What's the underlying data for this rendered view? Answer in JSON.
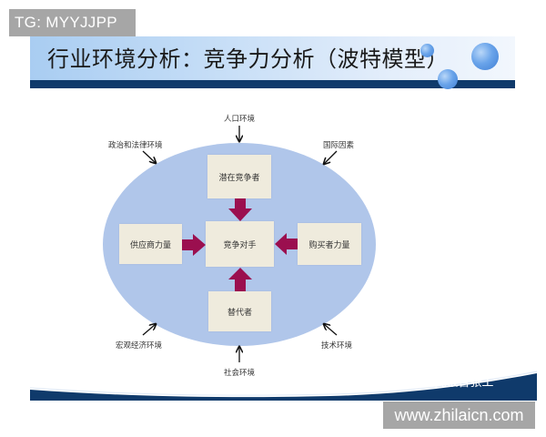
{
  "watermarks": {
    "top_left": "TG: MYYJJPP",
    "bottom_right": "www.zhilaicn.com"
  },
  "slide": {
    "title": "行业环境分析：竞争力分析（波特模型）",
    "footer_text": "百家号/可行性研究报告张工",
    "colors": {
      "header_gradient_start": "#a9cdf2",
      "header_bar": "#0f3a6b",
      "ellipse": "#b0c6ea",
      "box_fill": "#efebdd",
      "arrow": "#9b0f4f",
      "footer": "#0f3a6b"
    }
  },
  "diagram": {
    "forces": {
      "top": "潜在竞争者",
      "center": "竞争对手",
      "left": "供应商力量",
      "right": "购买者力量",
      "bottom": "替代者"
    },
    "environment_factors": {
      "top": "人口环境",
      "top_left": "政治和法律环境",
      "top_right": "国际因素",
      "bottom_left": "宏观经济环境",
      "bottom_right": "技术环境",
      "bottom": "社会环境"
    }
  }
}
